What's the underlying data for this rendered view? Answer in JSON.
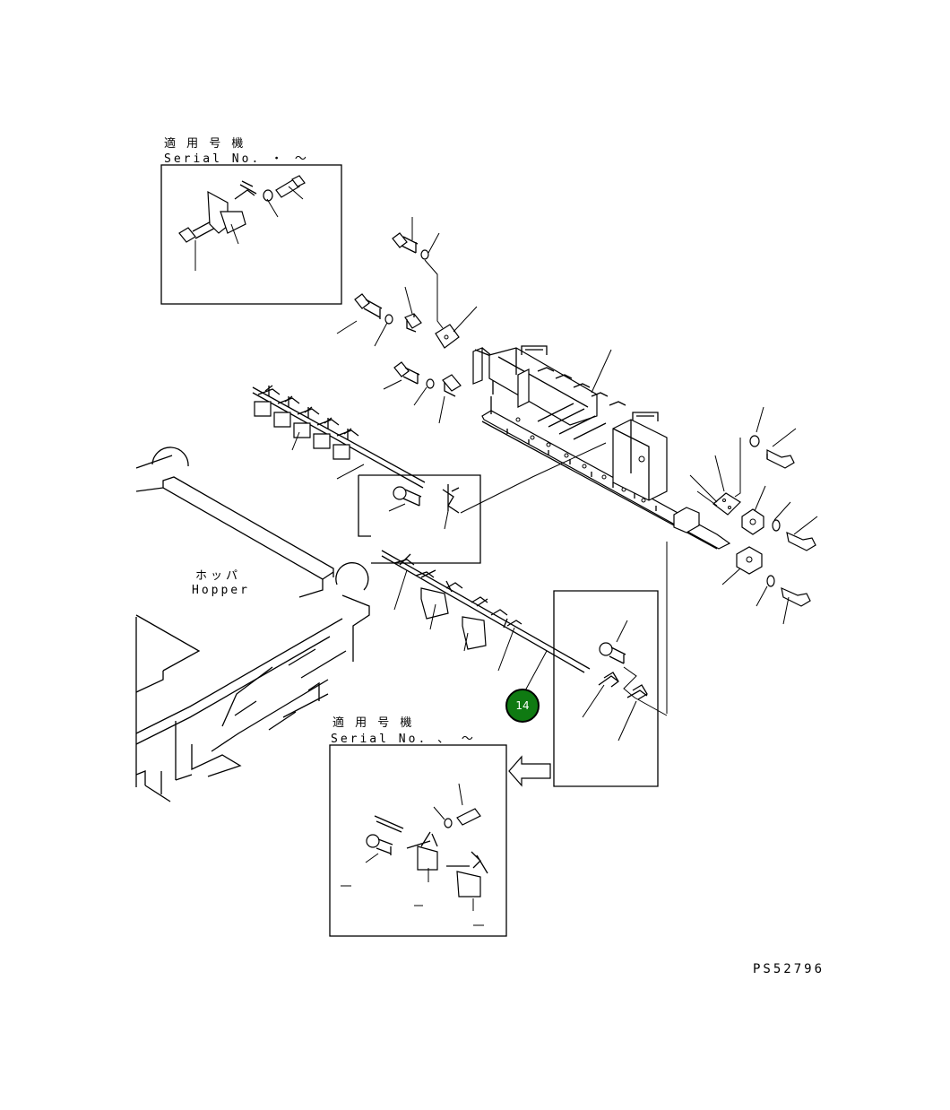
{
  "inset_top": {
    "title_jp": "適 用 号 機",
    "serial": "Serial No.  ・ 〜"
  },
  "inset_bottom": {
    "title_jp": "適 用 号 機",
    "serial": "Serial No.  、 〜"
  },
  "hopper": {
    "label_jp": "ホッパ",
    "label_en": "Hopper"
  },
  "callout": {
    "number": "14",
    "color": "#0f7a12"
  },
  "drawing_id": "PS52796"
}
